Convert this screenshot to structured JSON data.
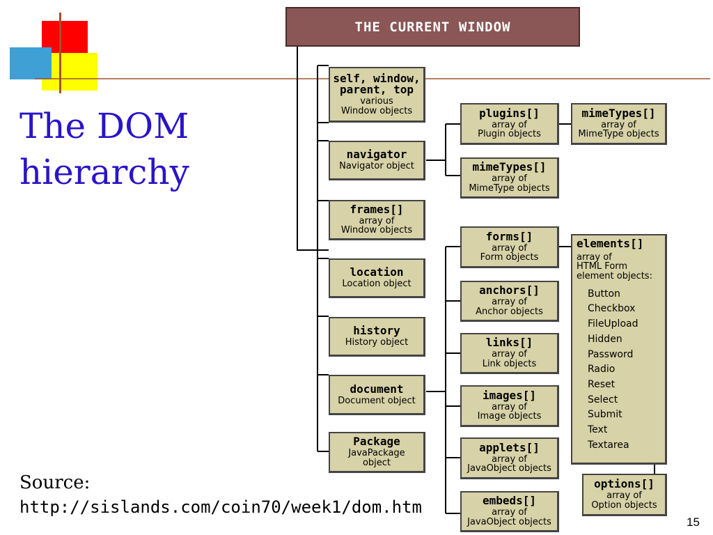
{
  "slide": {
    "title_lines": [
      "The DOM",
      "hierarchy"
    ],
    "source_label": "Source:",
    "source_url": "http://sislands.com/coin70/week1/dom.htm",
    "page_number": "15"
  },
  "colors": {
    "title": "#2a14c8",
    "box_fill": "#d7d2a7",
    "header_fill": "#8a5656",
    "deco_red": "#ff0000",
    "deco_yellow": "#ffff00",
    "deco_blue": "#3fa0d6",
    "deco_line": "#a0522d"
  },
  "diagram": {
    "root": "THE CURRENT WINDOW",
    "window_children": [
      {
        "name_lines": [
          "self, window,",
          "parent, top"
        ],
        "desc_lines": [
          "various",
          "Window objects"
        ]
      },
      {
        "name_lines": [
          "navigator"
        ],
        "desc_lines": [
          "Navigator object"
        ]
      },
      {
        "name_lines": [
          "frames[]"
        ],
        "desc_lines": [
          "array of",
          "Window objects"
        ]
      },
      {
        "name_lines": [
          "location"
        ],
        "desc_lines": [
          "Location object"
        ]
      },
      {
        "name_lines": [
          "history"
        ],
        "desc_lines": [
          "History object"
        ]
      },
      {
        "name_lines": [
          "document"
        ],
        "desc_lines": [
          "Document object"
        ]
      },
      {
        "name_lines": [
          "Package"
        ],
        "desc_lines": [
          "JavaPackage",
          "object"
        ]
      }
    ],
    "navigator_children": [
      {
        "name": "plugins[]",
        "desc_lines": [
          "array of",
          "Plugin objects"
        ]
      },
      {
        "name": "mimeTypes[]",
        "desc_lines": [
          "array of",
          "MimeType objects"
        ]
      }
    ],
    "plugin_child": {
      "name": "mimeTypes[]",
      "desc_lines": [
        "array of",
        "MimeType objects"
      ]
    },
    "document_children": [
      {
        "name": "forms[]",
        "desc_lines": [
          "array of",
          "Form objects"
        ]
      },
      {
        "name": "anchors[]",
        "desc_lines": [
          "array of",
          "Anchor objects"
        ]
      },
      {
        "name": "links[]",
        "desc_lines": [
          "array of",
          "Link objects"
        ]
      },
      {
        "name": "images[]",
        "desc_lines": [
          "array of",
          "Image objects"
        ]
      },
      {
        "name": "applets[]",
        "desc_lines": [
          "array of",
          "JavaObject objects"
        ]
      },
      {
        "name": "embeds[]",
        "desc_lines": [
          "array of",
          "JavaObject objects"
        ]
      }
    ],
    "elements": {
      "name": "elements[]",
      "desc_lines": [
        "array of",
        "HTML Form",
        "element objects:"
      ],
      "items": [
        "Button",
        "Checkbox",
        "FileUpload",
        "Hidden",
        "Password",
        "Radio",
        "Reset",
        "Select",
        "Submit",
        "Text",
        "Textarea"
      ]
    },
    "options": {
      "name": "options[]",
      "desc_lines": [
        "array of",
        "Option objects"
      ]
    }
  }
}
